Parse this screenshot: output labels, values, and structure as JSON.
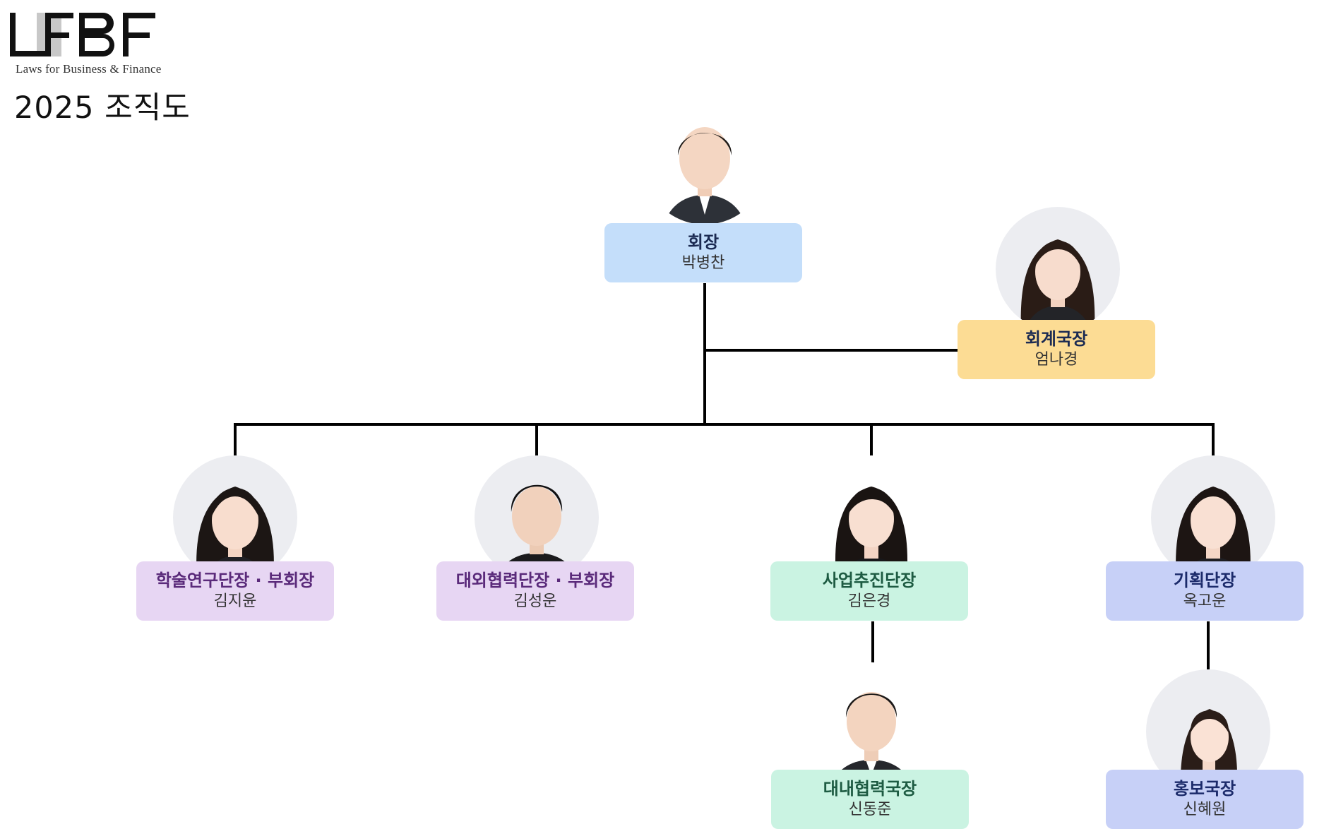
{
  "logo": {
    "mark": "LFBF",
    "tagline": "Laws for Business & Finance"
  },
  "page_title": "2025 조직도",
  "colors": {
    "blue": "#c4defa",
    "yellow": "#fcdc94",
    "purple": "#e7d6f3",
    "green": "#caf3e2",
    "indigo": "#c7d0f7",
    "line": "#000000"
  },
  "nodes": {
    "president": {
      "role": "회장",
      "name": "박병찬"
    },
    "treasurer": {
      "role": "회계국장",
      "name": "엄나경"
    },
    "academic": {
      "role": "학술연구단장 · 부회장",
      "name": "김지윤"
    },
    "external": {
      "role": "대외협력단장 · 부회장",
      "name": "김성운"
    },
    "business": {
      "role": "사업추진단장",
      "name": "김은경"
    },
    "planning": {
      "role": "기획단장",
      "name": "옥고운"
    },
    "internal": {
      "role": "대내협력국장",
      "name": "신동준"
    },
    "pr": {
      "role": "홍보국장",
      "name": "신혜원"
    }
  }
}
